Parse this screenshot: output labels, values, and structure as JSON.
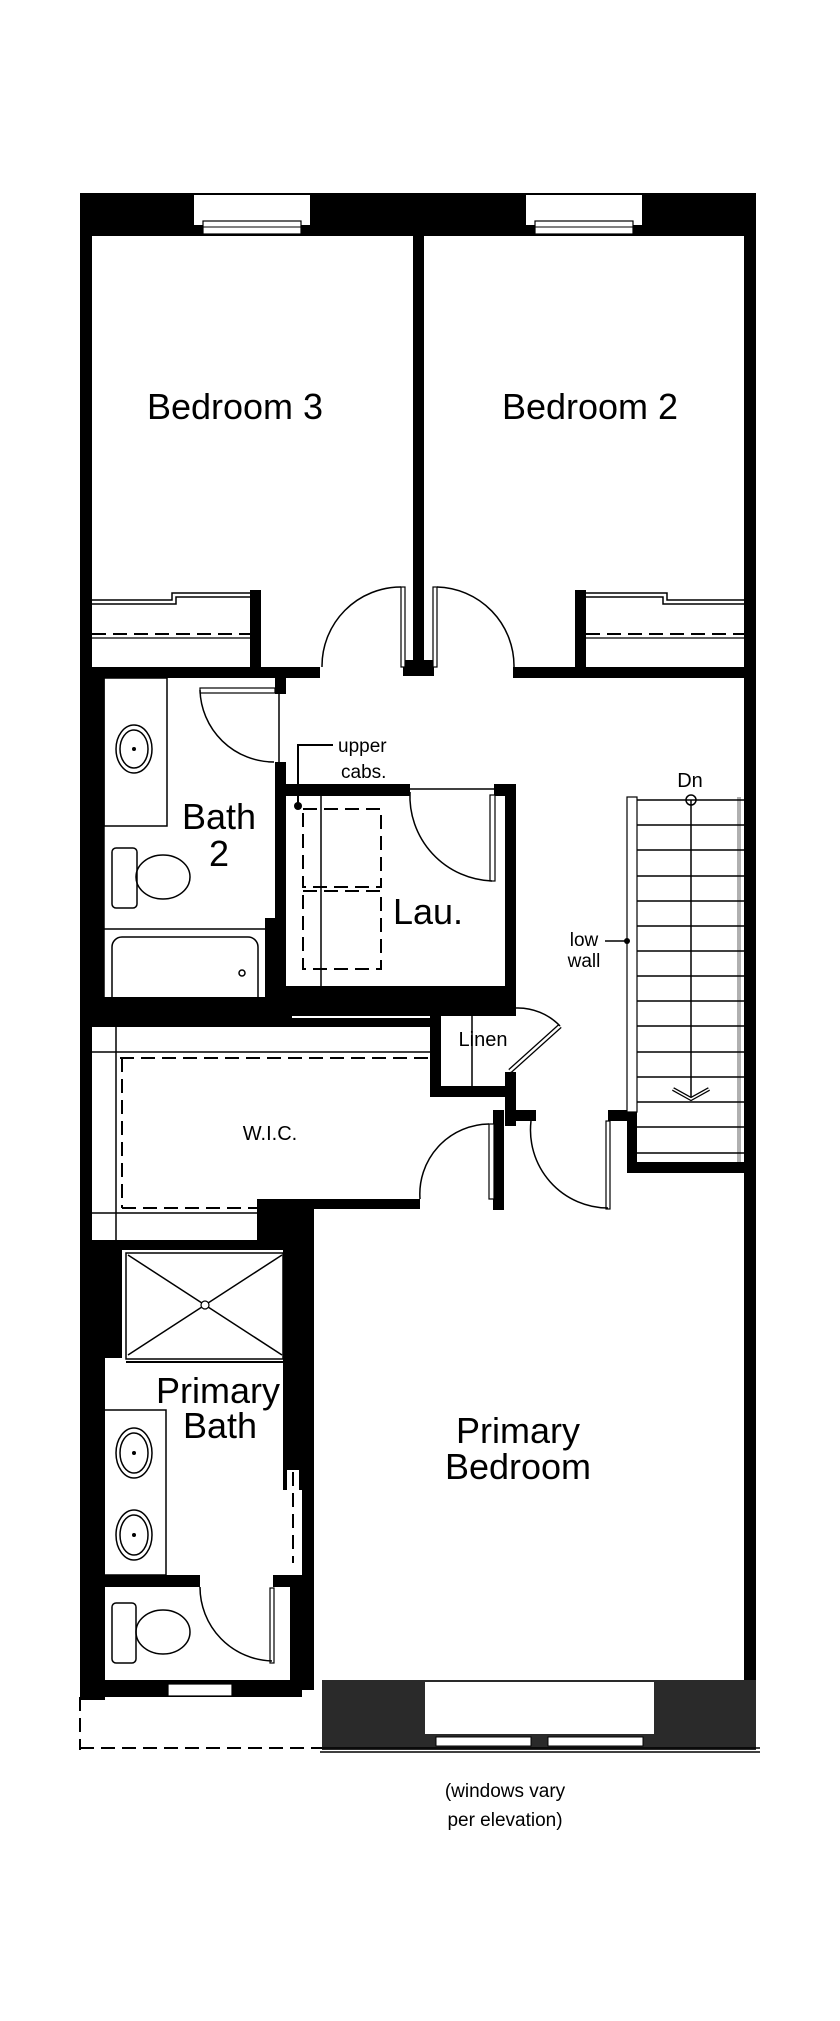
{
  "floorplan": {
    "rooms": [
      {
        "id": "bedroom-3",
        "label": "Bedroom 3"
      },
      {
        "id": "bedroom-2",
        "label": "Bedroom 2"
      },
      {
        "id": "bath-2",
        "label_line1": "Bath",
        "label_line2": "2"
      },
      {
        "id": "laundry",
        "label": "Lau."
      },
      {
        "id": "linen",
        "label": "Linen"
      },
      {
        "id": "wic",
        "label": "W.I.C."
      },
      {
        "id": "primary-bath",
        "label_line1": "Primary",
        "label_line2": "Bath"
      },
      {
        "id": "primary-bedroom",
        "label_line1": "Primary",
        "label_line2": "Bedroom"
      }
    ],
    "annotations": {
      "upper_cabs_line1": "upper",
      "upper_cabs_line2": "cabs.",
      "low_wall_line1": "low",
      "low_wall_line2": "wall",
      "stairs_direction": "Dn",
      "windows_note_line1": "(windows vary",
      "windows_note_line2": "per elevation)"
    },
    "colors": {
      "wall": "#000000",
      "front_wall": "#2a2a2a",
      "stair_rail": "#b0b0b0"
    }
  }
}
